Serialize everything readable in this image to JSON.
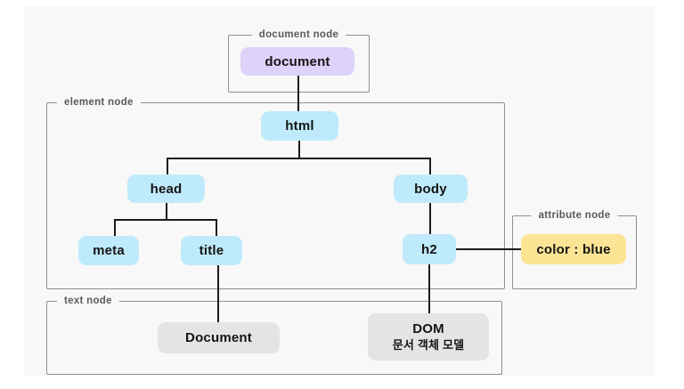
{
  "diagram": {
    "title_hint": "DOM tree diagram",
    "groups": {
      "document_node": {
        "label": "document node"
      },
      "element_node": {
        "label": "element node"
      },
      "attribute_node": {
        "label": "attribute node"
      },
      "text_node": {
        "label": "text node"
      }
    },
    "nodes": {
      "document": {
        "label": "document"
      },
      "html": {
        "label": "html"
      },
      "head": {
        "label": "head"
      },
      "body": {
        "label": "body"
      },
      "meta": {
        "label": "meta"
      },
      "title": {
        "label": "title"
      },
      "h2": {
        "label": "h2"
      },
      "color_blue": {
        "label": "color : blue"
      },
      "document_text": {
        "label": "Document"
      },
      "dom_text": {
        "line1": "DOM",
        "line2": "문서 객체 모델"
      }
    },
    "edges": [
      [
        "document",
        "html"
      ],
      [
        "html",
        "head"
      ],
      [
        "html",
        "body"
      ],
      [
        "head",
        "meta"
      ],
      [
        "head",
        "title"
      ],
      [
        "body",
        "h2"
      ],
      [
        "h2",
        "color_blue"
      ],
      [
        "title",
        "document_text"
      ],
      [
        "h2",
        "dom_text"
      ]
    ],
    "colors": {
      "document_node_fill": "#ddd2fa",
      "element_node_fill": "#bfeafb",
      "attribute_node_fill": "#fbe494",
      "text_node_fill": "#e4e4e5",
      "group_border": "#8f8f8f",
      "group_label_text": "#5a5a5a",
      "connector": "#1b1b1b",
      "node_text": "#141414",
      "panel_background": "#f8f8f8"
    }
  }
}
